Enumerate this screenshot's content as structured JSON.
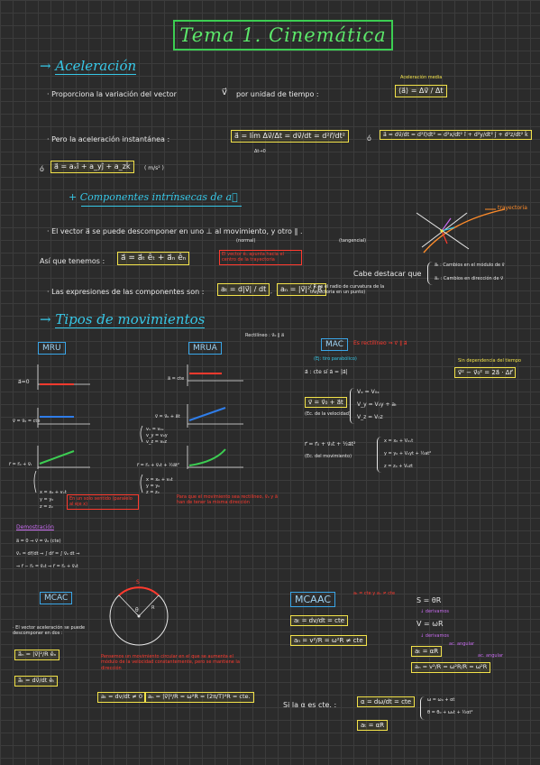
{
  "title": "Tema 1. Cinemática",
  "aceleracion": {
    "heading": "Aceleración",
    "b1": "· Proporciona la variación del vector",
    "b1_vec": "v⃗",
    "b1_end": "por unidad de tiempo :",
    "media_label": "Aceleración media",
    "media_formula": "⟨a⃗⟩ = Δv⃗ / Δt",
    "b2": "· Pero la aceleración instantánea :",
    "inst_formula": "a⃗ = lím Δv⃗/Δt = dv⃗/dt = d²r⃗/dt²",
    "lim_sub": "Δt→0",
    "o1": "ó",
    "comp_formula": "a⃗ = dv⃗/dt = d²r⃗/dt² = d²x/dt² î + d²y/dt² ĵ + d²z/dt² k̂",
    "o2": "ó",
    "comp2_formula": "a⃗ = aₓî + a_yĵ + a_zk̂",
    "units": "( m/s² )"
  },
  "intrinsecas": {
    "heading": "+ Componentes intrínsecas de a⃗",
    "b1": "· El vector a⃗ se puede descomponer en uno ⊥ al movimiento, y otro ∥ .",
    "normal": "(normal)",
    "tangencial": "(tangencial)",
    "asi": "Así que tenemos :",
    "formula": "a⃗ = a⃗ₜ êₜ + a⃗ₙ êₙ",
    "red_note": "El vector êₙ apunta hacia el centro de la trayectoria",
    "trayectoria": "trayectoria",
    "cabe": "Cabe destacar que",
    "at_desc": "a⃗ₜ : Cambios en el módulo de v⃗",
    "an_desc": "a⃗ₙ : Cambios en dirección de v⃗",
    "b2": "· Las expresiones de las componentes son :",
    "at_formula": "aₜ = d|v⃗| / dt",
    "an_formula": "aₙ = |v⃗|² / R",
    "r_note": "( R es el radio de curvatura de la trayectoria en un punto)"
  },
  "tipos": {
    "heading": "Tipos de movimientos",
    "mru": "MRU",
    "mrua": "MRUA",
    "mac": "MAC",
    "mac_red": "Es rectilíneo ⇒ v⃗ ∥ a⃗",
    "rectilineo_note": "Rectilíneo : v⃗₀ ∥ a⃗",
    "mac_sub": "(Ej: tiro parabólico)",
    "indep_label": "Sin dependencia del tiempo",
    "indep_formula": "v⃗² − v⃗₀² = 2a⃗ · Δr⃗",
    "mru_a": "a⃗=0",
    "mru_v": "v⃗ = v⃗₀ = cte",
    "mru_r": "r⃗ = r⃗₀ + v⃗ₜ",
    "mrua_a": "a⃗ = cte",
    "mrua_v": "v⃗ = v⃗₀ + a⃗t",
    "mrua_r": "r⃗ = r⃗₀ + v⃗₀t + ½a⃗t²",
    "mru_sys": [
      "x = x₀ + vₓt",
      "y = y₀",
      "z = z₀"
    ],
    "mrua_sys1": [
      "vₓ = v₀ₓ",
      "v_y = v₀y",
      "v_z = v₀z"
    ],
    "mrua_sys2": [
      "x = x₀ + v₀t",
      "y = y₀",
      "z = z₀"
    ],
    "mru_red": "En un solo sentido (paralelo al eje x)",
    "mrua_red": "Para que el movimiento sea rectilíneo, v⃗₀ y a⃗ han de tener la misma dirección",
    "mac_line1": "a⃗ : cte  sí  a⃗ = |a⃗|",
    "mac_vel": "v⃗ = v⃗₀ + a⃗t",
    "mac_vel_note": "(Ec. de la velocidad)",
    "mac_vel_sys": [
      "Vₓ = V₀ₓ",
      "V_y = V₀y + aₜ",
      "V_z = V₀z"
    ],
    "mac_mov": "r⃗ = r⃗₀ + v⃗₀t + ½a⃗t²",
    "mac_mov_note": "(Ec. del movimiento)",
    "mac_mov_sys": [
      "x = x₀ + V₀ₓt",
      "y = y₀ + V₀yt + ½at²",
      "z = z₀ + V₀zt"
    ],
    "demo_label": "Demostración",
    "demo_lines": [
      "a⃗ = 0 ⇒ v⃗ = v⃗₀ (cte)",
      "v⃗ₓ = dr⃗/dt ⇒ ∫ dr⃗ = ∫ v⃗₀ dt ⇒",
      "⇒ r⃗ − r⃗₀ = v⃗₀t ⇒ r⃗ = r⃗₀ + v⃗₀t"
    ]
  },
  "mcac": {
    "label": "MCAC",
    "circle_s": "S",
    "circle_theta": "θ",
    "circle_r": "R",
    "b1": "· El vector aceleración se puede descomponer en dos :",
    "an": "a⃗ₙ = |v⃗|²/R êₙ",
    "at": "a⃗ₜ = dv⃗/dt êₜ",
    "red": "Pensemos un movimiento circular en el que se aumenta el módulo de la velocidad constantemente, pero se mantiene la dirección",
    "f1": "aₜ = dv/dt ≠ 0",
    "f2": "aₙ = |v⃗|²/R = ω²R = (2π/T)²R = cte."
  },
  "mcaac": {
    "label": "MCAAC",
    "red": "aₜ = cte  y  aₙ ≠ cte",
    "at_box": "aₜ = dv/dt = cte",
    "an_box": "aₙ = v²/R = ω²R ≠ cte",
    "s_eq": "S = θR",
    "derivamos1": "↓ derivamos",
    "v_eq": "V = ωR",
    "derivamos2": "↓ derivamos",
    "at_eq": "aₜ = αR",
    "alpha_note": "ac. angular",
    "an_eq": "aₙ = v²/R = ω²R/R = ω²R",
    "angular_note": "ac. angular",
    "si": "Si la α es cte. :",
    "alpha_box": "α = dω/dt = cte",
    "at_alpha": "aₜ = αR",
    "sys": [
      "ω = ω₀ + αt",
      "θ = θ₀ + ω₀t + ½αt²"
    ]
  },
  "colors": {
    "accent_green": "#3ccd52",
    "cyan": "#37c8e8",
    "yellow": "#f2e24a",
    "red": "#ff3a2e",
    "violet": "#c86cf0"
  }
}
